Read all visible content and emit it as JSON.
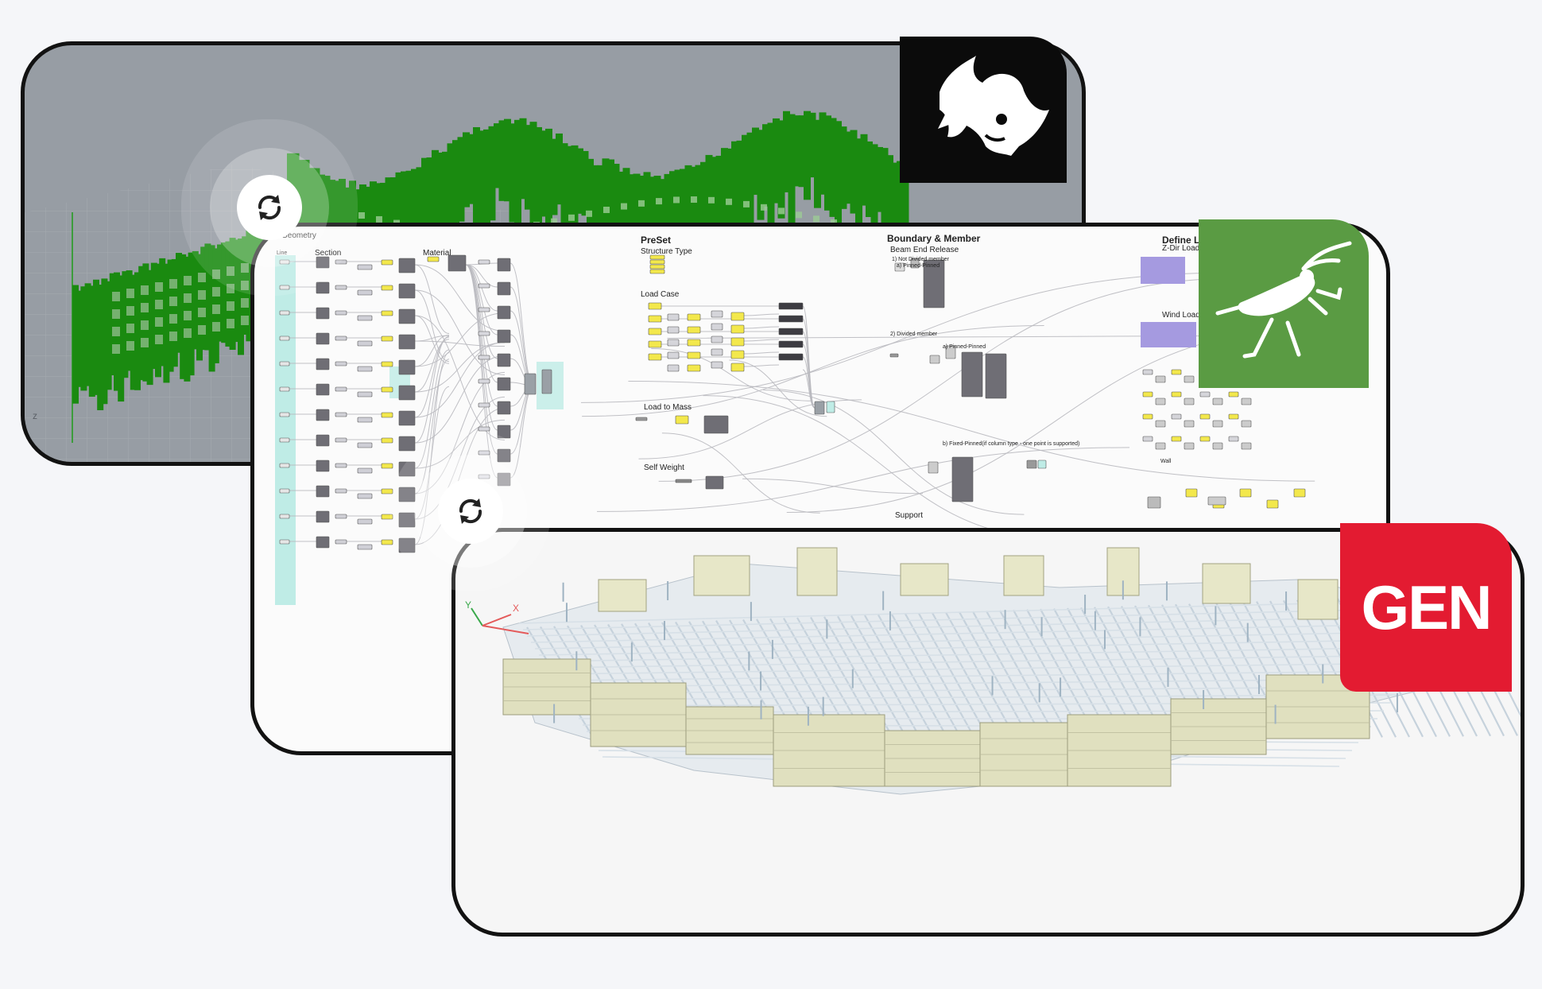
{
  "apps": {
    "rhino": {
      "icon": "rhino-logo-icon"
    },
    "grasshopper": {
      "icon": "grasshopper-logo-icon"
    },
    "gen": {
      "label": "GEN",
      "color": "#e31b31"
    }
  },
  "grasshopper_canvas": {
    "groups": {
      "line": "Line",
      "geometry": "Geometry",
      "section": "Section",
      "material": "Material",
      "preset": "PreSet",
      "structure_type": "Structure Type",
      "load_case": "Load Case",
      "load_to_mass": "Load to Mass",
      "self_weight": "Self Weight",
      "boundary_member": "Boundary & Member",
      "beam_end_release": "Beam End Release",
      "not_divided": "1) Not Divided member",
      "pinned_pinned_a": "a) Pinned-Pinned",
      "divided": "2) Divided member",
      "pinned_pinned_b": "a) Pinned-Pinned",
      "fixed_pinned": "b) Fixed-Pinned(if column type - one point is supported)",
      "support": "Support",
      "define_load": "Define Lo",
      "z_dir_load": "Z-Dir Load",
      "wind_load": "Wind Load",
      "wall": "Wall"
    }
  },
  "colors": {
    "rhino_viewport": "#979da4",
    "rhino_geometry": "#1a8a10",
    "grasshopper_brand": "#5a9b43",
    "gen_brand": "#e31b31",
    "gh_param": "#f3e84c",
    "gh_component": "#6f6e75",
    "gh_group_cyan": "#bfece6",
    "gh_group_purple": "#a59ae0",
    "gen_wall": "#e0e0bf",
    "gen_frame": "#c6d2dc"
  },
  "controls": {
    "sync_1": "sync-icon",
    "sync_2": "sync-icon"
  }
}
